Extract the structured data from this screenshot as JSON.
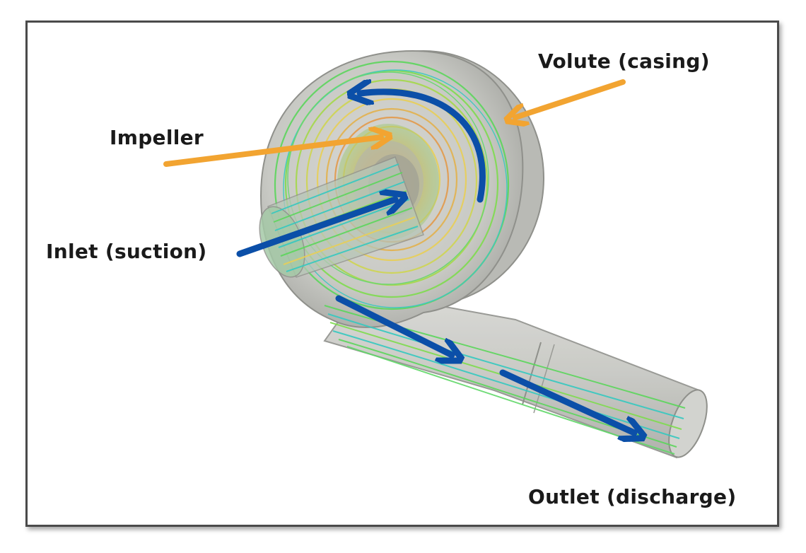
{
  "labels": {
    "volute": "Volute (casing)",
    "impeller": "Impeller",
    "inlet": "Inlet (suction)",
    "outlet": "Outlet (discharge)"
  },
  "colors": {
    "label_arrow": "#f2a431",
    "flow_arrow": "#0b4fa8",
    "casing": "#c9cac6",
    "streamline_green": "#5cd65c",
    "streamline_cyan": "#35c9c0",
    "streamline_yellow": "#e8cf57",
    "streamline_orange": "#e39a4b"
  }
}
